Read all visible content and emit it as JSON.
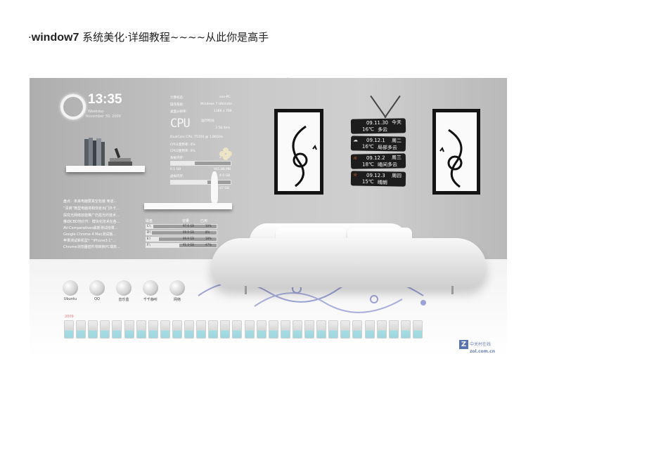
{
  "document": {
    "title_prefix": "·",
    "title_bold": "window7",
    "title_rest": " 系统美化·详细教程~~~~从此你是高手"
  },
  "desktop": {
    "clock": {
      "time": "13:35",
      "day": "Weekday",
      "date": "November 30, 2009"
    },
    "system_info": [
      {
        "label": "计算机名:",
        "value": "xxx-PC"
      },
      {
        "label": "操作系统:",
        "value": "Windows 7 Ultimate"
      },
      {
        "label": "桌面分辨率:",
        "value": "1366 x 768"
      }
    ],
    "cpu_logo": "CPU",
    "uptime_label": "运行时间:",
    "uptime_value": "1:58 4ms",
    "cpu_model": "DualCore CPU, T5350 @ 1.86GHz",
    "cpu_usage": [
      {
        "label": "CPU1使用率: 0%",
        "percent": 0
      },
      {
        "label": "CPU2使用率: 0%",
        "percent": 0
      }
    ],
    "memory": {
      "label": "系统内存:",
      "used": "2.1 GB",
      "free": "0.5 GB",
      "total": "945.86 MB",
      "percent": 40
    },
    "storage": {
      "label": "虚拟内存:",
      "used": "4.0 GB",
      "free": "2.47 GB",
      "percent": 61
    },
    "news": [
      "盘点：未来电脑要真空包装 味道...",
      "“清爽”微型电脑将和你走出门外卡...",
      "探究光网络技能推广仍需光纤技术...",
      "推动CBD地价升：模块化技术在各...",
      "AV-Comparatives最新测试结果...",
      "Google Chrome 4 Mac测试版...",
      "苹果测试新机型？“iPhone3.1”...",
      "Chrome浏览器插件将转换PC端软..."
    ],
    "disk_table": {
      "headers": [
        "磁盘",
        "容量",
        "已用"
      ],
      "rows": [
        {
          "drive": "C:\\",
          "size": "97.6 GB",
          "used": "10%",
          "percent": 10
        },
        {
          "drive": "D:\\",
          "size": "99.9 GB",
          "used": "8%",
          "percent": 8
        },
        {
          "drive": "E:\\",
          "size": "99.9 GB",
          "used": "18%",
          "percent": 18
        },
        {
          "drive": "F:\\",
          "size": "91.4 GB",
          "used": "47%",
          "percent": 47
        }
      ]
    },
    "weather": [
      {
        "date": "09.11.30",
        "weekday": "今天",
        "temp": "16℃",
        "desc": "多云"
      },
      {
        "date": "09.12.1",
        "weekday": "周二",
        "temp": "16℃",
        "desc": "局部多云"
      },
      {
        "date": "09.12.2",
        "weekday": "周三",
        "temp": "18℃",
        "desc": "晴间多云"
      },
      {
        "date": "09.12.3",
        "weekday": "周四",
        "temp": "15℃",
        "desc": "晴朗"
      }
    ],
    "dock_icons": [
      {
        "name": "u-disk-icon",
        "label": "Ubuntu"
      },
      {
        "name": "teapot-icon",
        "label": "QQ"
      },
      {
        "name": "headphone-icon",
        "label": "音乐盒"
      },
      {
        "name": "helmet-icon",
        "label": "千千静听"
      },
      {
        "name": "globe-icon",
        "label": "网络"
      }
    ],
    "calendar": {
      "year": "2009",
      "days": 30
    },
    "watermark": {
      "brand": "中关村在线",
      "site": "zol.com.cn",
      "mark": "Z"
    }
  }
}
